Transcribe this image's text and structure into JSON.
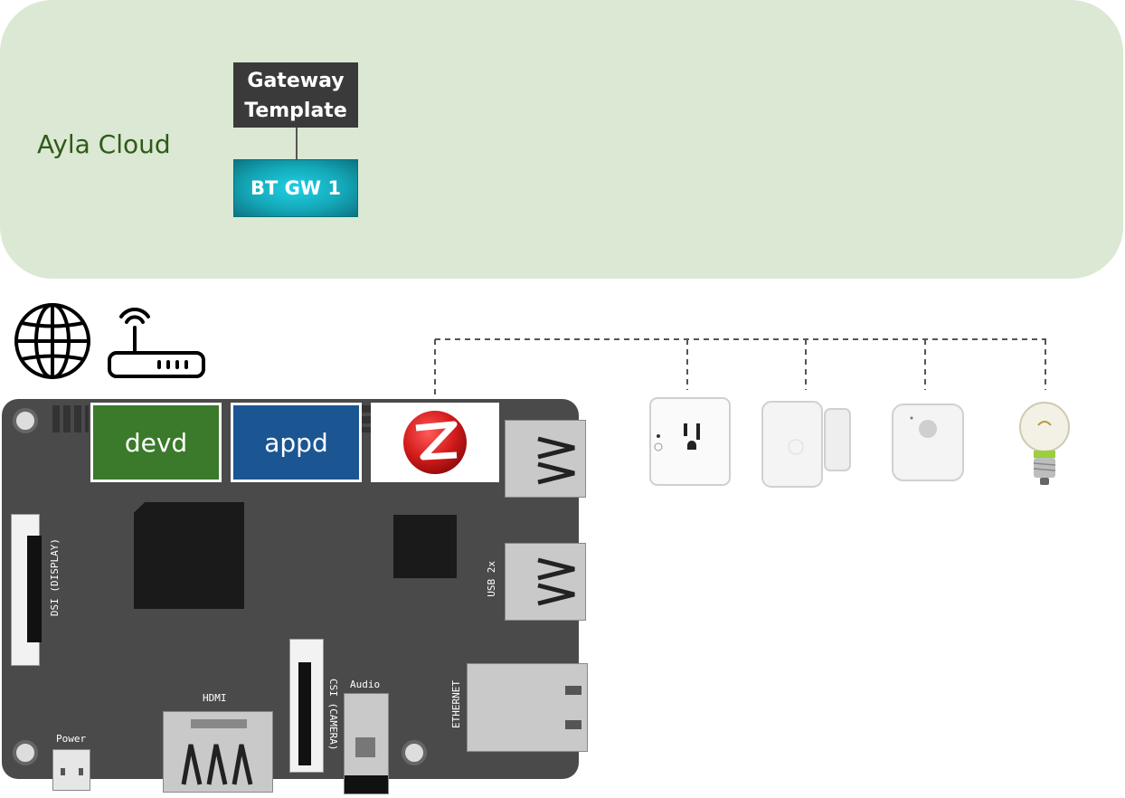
{
  "cloud": {
    "label": "Ayla Cloud",
    "bg_color": "#dbe8d3",
    "label_color": "#2f5a18"
  },
  "gateway_template": {
    "line1": "Gateway",
    "line2": "Template",
    "color": "#3a3a3a"
  },
  "gateway_node": {
    "label": "BT GW 1",
    "color": "#14a8b8"
  },
  "icons": [
    "globe-icon",
    "wifi-router-icon",
    "zigbee-logo-icon",
    "smart-plug-icon",
    "door-sensor-icon",
    "motion-sensor-icon",
    "smart-bulb-icon"
  ],
  "board": {
    "devd": {
      "label": "devd",
      "color": "#3a7a2a"
    },
    "appd": {
      "label": "appd",
      "color": "#1b5693"
    },
    "silkscreen": {
      "dsi": "DSI (DISPLAY)",
      "usb": "USB 2x",
      "ethernet": "ETHERNET",
      "hdmi": "HDMI",
      "power": "Power",
      "audio": "Audio",
      "csi": "CSI (CAMERA)"
    }
  }
}
